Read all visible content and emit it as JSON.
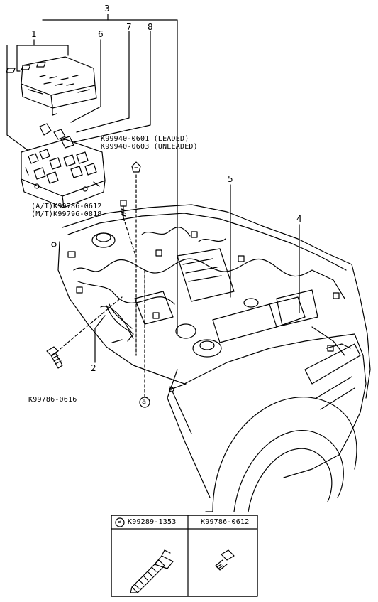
{
  "callouts": {
    "n1": "1",
    "n2": "2",
    "n3": "3",
    "n4": "4",
    "n5": "5",
    "n6": "6",
    "n7": "7",
    "n8": "8",
    "marker_a": "a"
  },
  "part_numbers": {
    "leaded": "K99940-0601 (LEADED)",
    "unleaded": "K99940-0603 (UNLEADED)",
    "at": "(A/T)K99786-0612",
    "mt": "(M/T)K99796-0818",
    "bolt_left": "K99786-0616"
  },
  "table": {
    "col1_marker": "a",
    "col1_part": "K99289-1353",
    "col2_part": "K99786-0612"
  }
}
